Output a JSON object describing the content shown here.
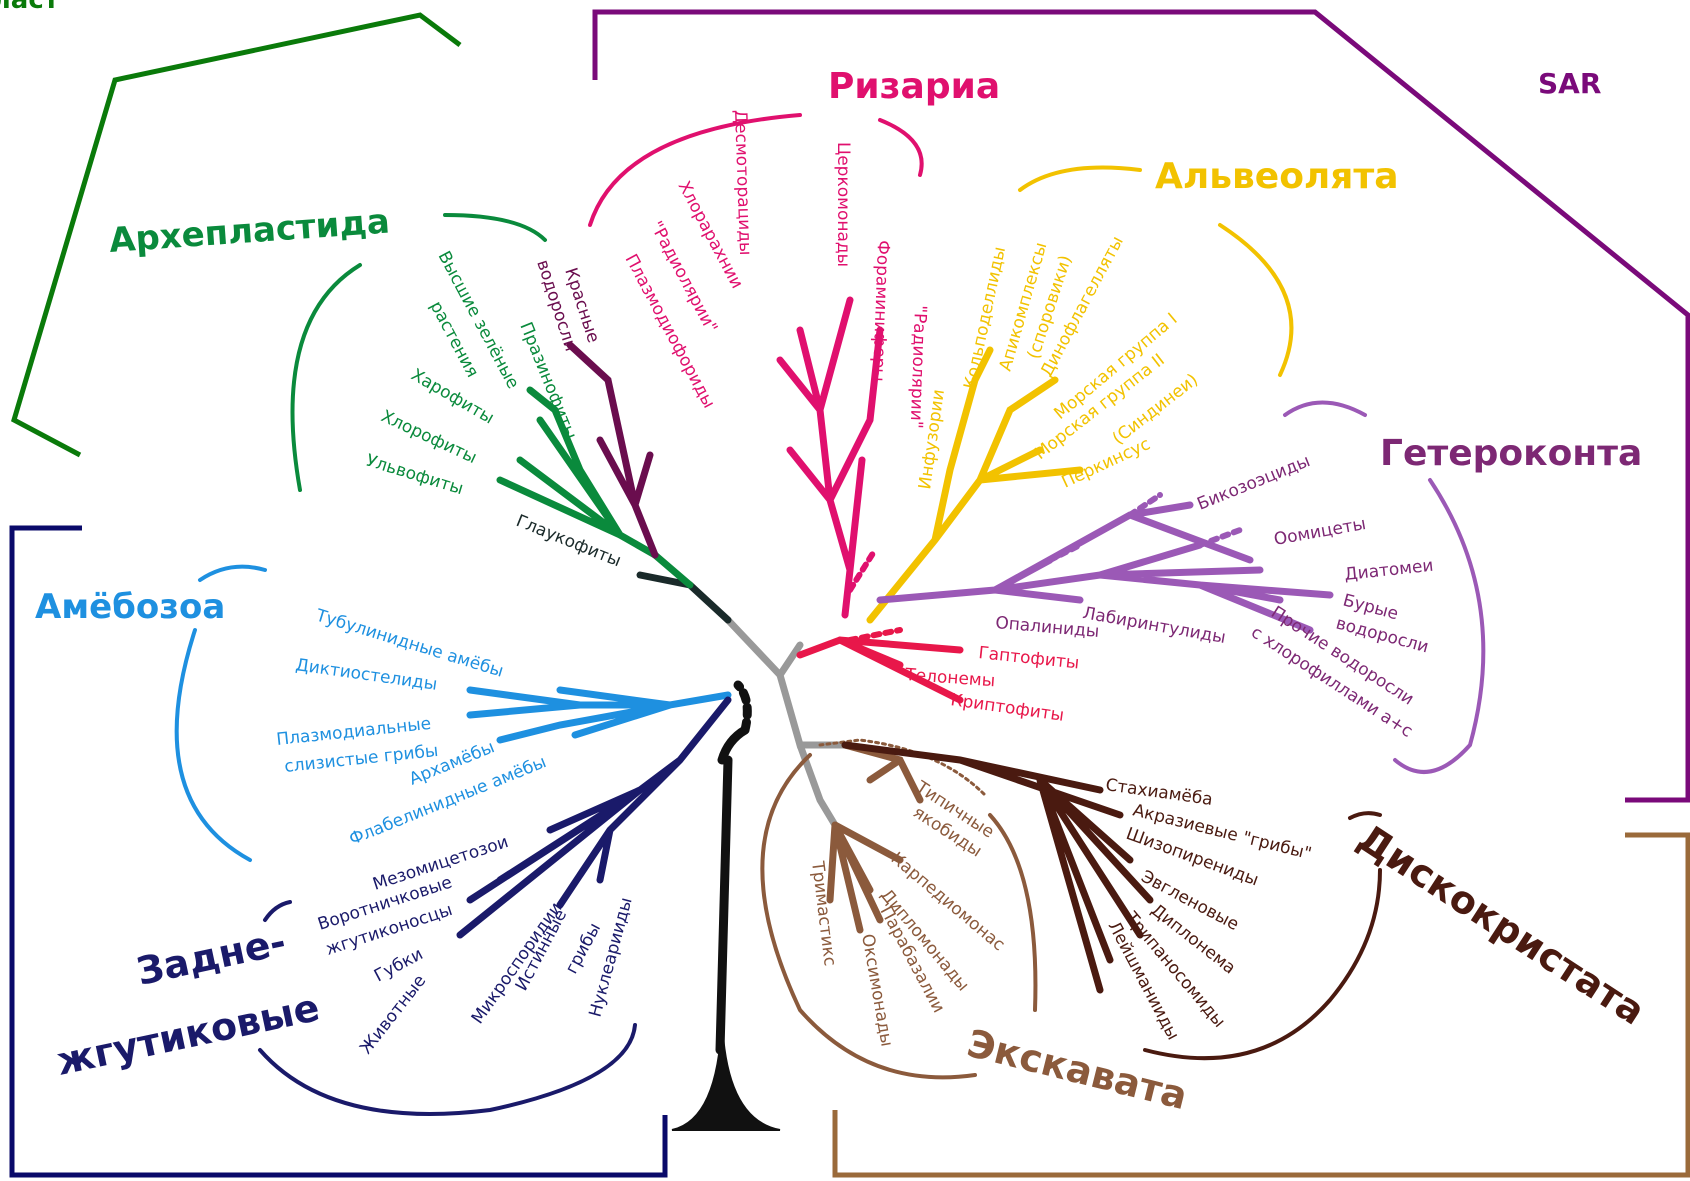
{
  "colors": {
    "archaeplastida": "#0a8a3c",
    "sar": "#7b0c7c",
    "rhizaria": "#e0106e",
    "alveolata": "#f2c200",
    "heterokonta": "#7d2874",
    "heterokonta_branch": "#9b59b6",
    "amoebozoa": "#1e90e0",
    "opisthokonta": "#1a1a6a",
    "discicristata": "#4a1a10",
    "excavata": "#8b5a3c",
    "hacrobia": "#e8174a",
    "glaucophytes": "#1a2a2a",
    "red_algae": "#6a0d4e",
    "root": "#999999",
    "bracket_green": "#0a7a0a",
    "bracket_purple": "#7a0a7a",
    "bracket_navy": "#0a0a6a",
    "bracket_brown": "#9a6a3a"
  },
  "corner_label": "Пласт",
  "sar_label": "SAR",
  "groups": {
    "archaeplastida": "Архепластида",
    "rhizaria": "Ризариа",
    "alveolata": "Альвеолята",
    "heterokonta": "Гетероконта",
    "amoebozoa": "Амёбозоа",
    "opisthokonta_1": "Задне-",
    "opisthokonta_2": "жгутиковые",
    "discicristata": "Дискокристата",
    "excavata": "Экскавата"
  },
  "taxa": {
    "red_algae_1": "Красные",
    "red_algae_2": "водоросли",
    "higher_green_1": "Высшие зелёные",
    "higher_green_2": "растения",
    "prasinophytes": "Празинофиты",
    "charophytes": "Харофиты",
    "chlorophytes": "Хлорофиты",
    "ulvophytes": "Ульвофиты",
    "glaucophytes": "Глаукофиты",
    "desmothoracids": "Десмоторациды",
    "cercomonads": "Церкомонады",
    "chlorarachnea": "Хлорарахнии",
    "radiolaria_1": "\"Радиолярии\"",
    "foraminifera": "Фораминиферы",
    "radiolaria_2": "\"Радиолярии\"",
    "plasmodiophorids": "Плазмодиофориды",
    "ciliates": "Инфузории",
    "colpodellids": "Кольподеллиды",
    "apicomplexa_1": "Апикомплексы",
    "apicomplexa_2": "(споровики)",
    "dinoflagellates": "Динофлагелляты",
    "marine_group_1": "Морская группа I",
    "marine_group_2_1": "Морская группа II",
    "marine_group_2_2": "(Синдинеи)",
    "perkinsus": "Перкинсус",
    "bicosoecids": "Бикозоэциды",
    "oomycetes": "Оомицеты",
    "diatoms": "Диатомеи",
    "brown_algae_1": "Бурые",
    "brown_algae_2": "водоросли",
    "labyrinthulids": "Лабиринтулиды",
    "opalinids": "Опалиниды",
    "other_algae_1": "Прочие водоросли",
    "other_algae_2": "с хлорофиллами a+c",
    "haptophytes": "Гаптофиты",
    "telonemia": "Телонемы",
    "cryptophytes": "Криптофиты",
    "tubulinea": "Тубулинидные амёбы",
    "dictyostelids": "Диктиостелиды",
    "plasmodial_1": "Плазмодиальные",
    "plasmodial_2": "слизистые грибы",
    "archamoebae": "Архамёбы",
    "flabellinea": "Флабелинидные амёбы",
    "mesomycetozoa": "Мезомицетозои",
    "choanoflagellates_1": "Воротничковые",
    "choanoflagellates_2": "жгутиконосцы",
    "sponges": "Губки",
    "animals": "Животные",
    "microsporidia": "Микроспоридии",
    "fungi_1": "Истинные",
    "fungi_2": "грибы",
    "nucleariids": "Нуклеарииды",
    "stachyamoeba": "Стахиамёба",
    "acrasids": "Акразиевые \"грибы\"",
    "schizopyrenids": "Шизопирениды",
    "euglenids": "Эвгленовые",
    "diplonema": "Диплонема",
    "trypanosomatids": "Трипаносомиды",
    "leishmania": "Лейшманииды",
    "typical_jakobids_1": "Типичные",
    "typical_jakobids_2": "якобиды",
    "carpediemonas": "Карпедиомонас",
    "diplomonads": "Дипломонады",
    "parabasalids": "Парабазалии",
    "oxymonads": "Оксимонады",
    "trimastix": "Тримастикс"
  }
}
